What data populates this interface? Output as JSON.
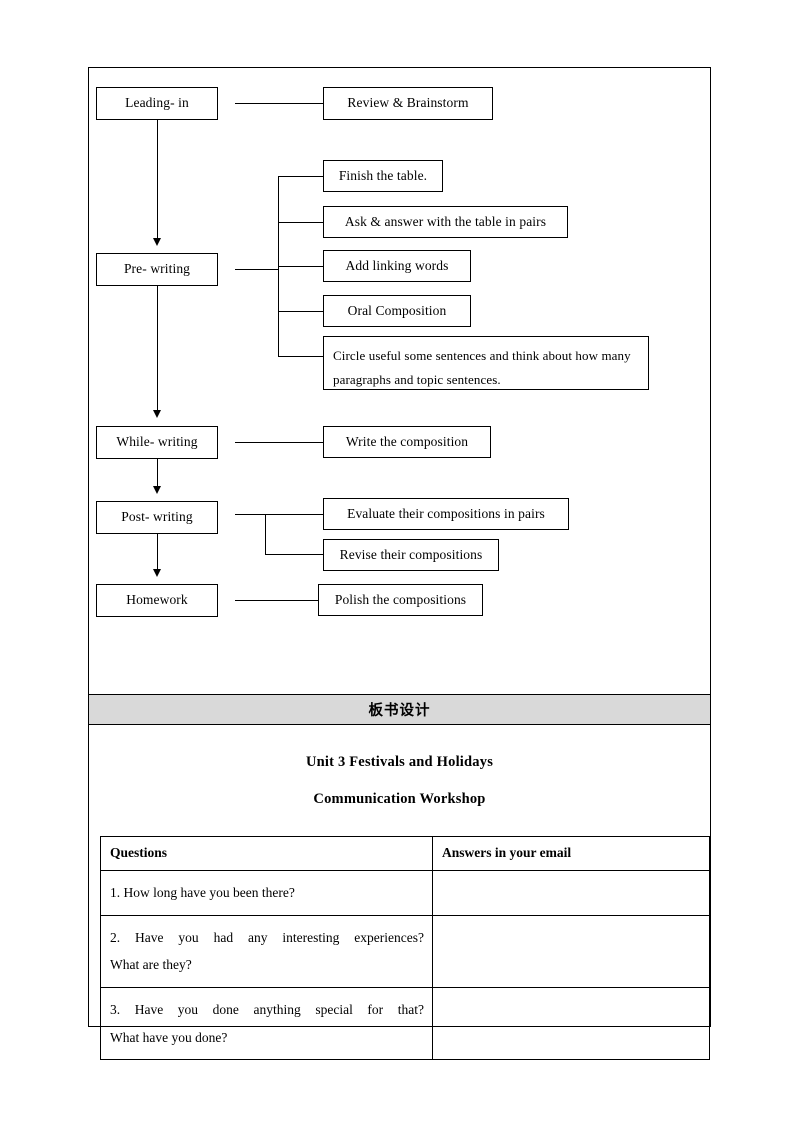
{
  "document": {
    "flowchart": {
      "stages": [
        {
          "label": "Leading- in"
        },
        {
          "label": "Pre- writing"
        },
        {
          "label": "While-  writing"
        },
        {
          "label": "Post- writing"
        },
        {
          "label": "Homework"
        }
      ],
      "activities": {
        "leading_in": [
          {
            "label": "Review  & Brainstorm"
          }
        ],
        "pre_writing": [
          {
            "label": "Finish the table."
          },
          {
            "label": "Ask & answer with the table in pairs"
          },
          {
            "label": "Add linking words"
          },
          {
            "label": "Oral Composition"
          },
          {
            "label": "Circle useful some sentences and think about how many paragraphs and topic sentences."
          }
        ],
        "while_writing": [
          {
            "label": "Write the composition"
          }
        ],
        "post_writing": [
          {
            "label": "Evaluate their compositions in pairs"
          },
          {
            "label": "Revise their compositions"
          }
        ],
        "homework": [
          {
            "label": "Polish the compositions"
          }
        ]
      }
    },
    "banner": {
      "title": "板书设计",
      "background_color": "#d9d9d9"
    },
    "board_design": {
      "heading_line_1": "Unit 3 Festivals and Holidays",
      "heading_line_2": "Communication   Workshop",
      "table": {
        "headers": [
          "Questions",
          "Answers in your email"
        ],
        "rows": [
          {
            "question_lines": [
              "1. How long have you been there?"
            ],
            "answer": ""
          },
          {
            "question_lines": [
              "2. Have you had any interesting  experiences?",
              "What are they?"
            ],
            "answer": ""
          },
          {
            "question_lines": [
              "3. Have you done anything  special for that?",
              "What have you done?"
            ],
            "answer": ""
          }
        ]
      }
    }
  }
}
